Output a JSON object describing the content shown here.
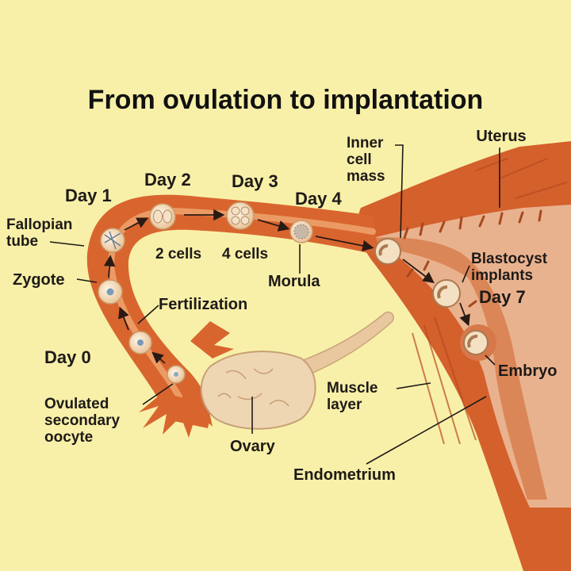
{
  "title": "From ovulation to implantation",
  "colors": {
    "background": "#f8f0a8",
    "tissue": "#d9652e",
    "tissue_dark": "#b8461c",
    "lumen": "#f0a870",
    "endometrium": "#e9b28e",
    "ovary": "#efd6b2"
  },
  "labels": {
    "uterus": "Uterus",
    "fallopian_tube": "Fallopian tube",
    "zygote": "Zygote",
    "fertilization": "Fertilization",
    "day0": "Day 0",
    "day1": "Day 1",
    "day2": "Day 2",
    "day3": "Day 3",
    "day4": "Day 4",
    "day7": "Day 7",
    "two_cells": "2 cells",
    "four_cells": "4 cells",
    "morula": "Morula",
    "inner_cell_mass": "Inner cell mass",
    "blastocyst": "Blastocyst implants",
    "embryo": "Embryo",
    "muscle_layer": "Muscle layer",
    "ovulated_oocyte": "Ovulated secondary oocyte",
    "ovary": "Ovary",
    "endometrium": "Endometrium"
  }
}
